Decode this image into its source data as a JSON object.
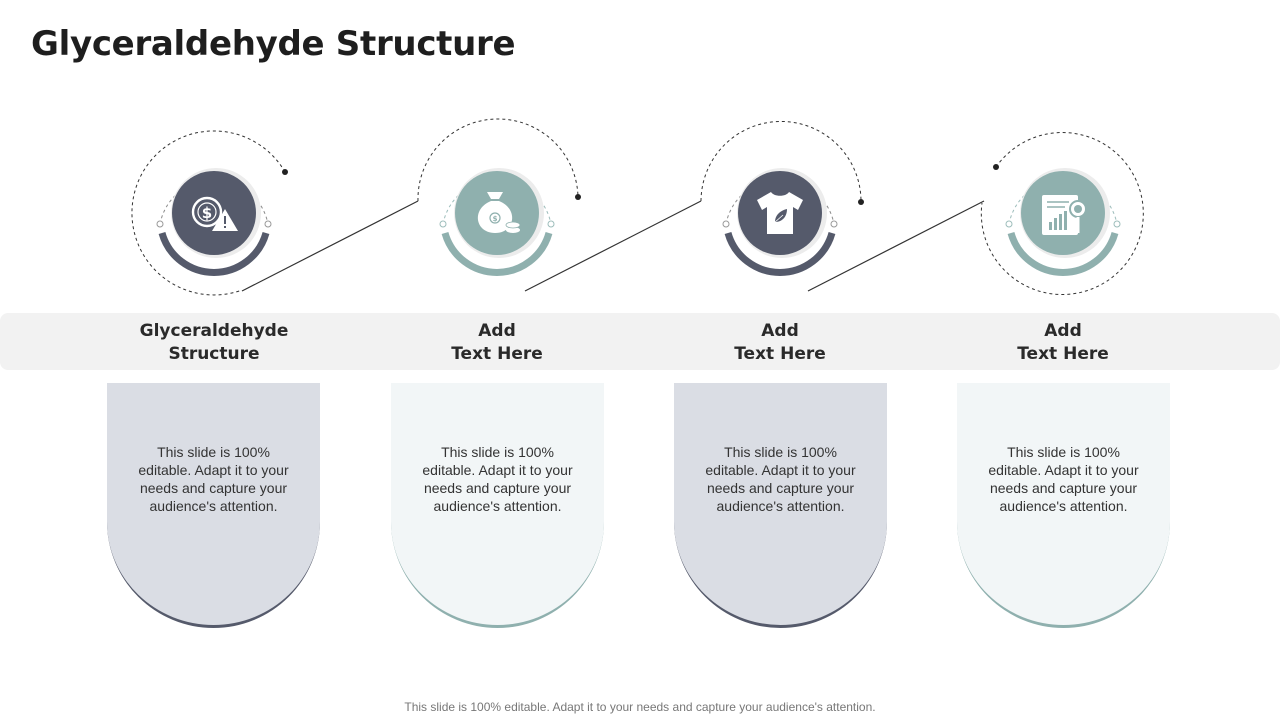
{
  "title": "Glyceraldehyde Structure",
  "steps": [
    {
      "label_line1": "Glyceraldehyde",
      "label_line2": "Structure",
      "body": "This slide is 100% editable. Adapt it to your needs and capture your audience's attention.",
      "icon": "dollar-warning-icon",
      "accent": "#555a6b"
    },
    {
      "label_line1": "Add",
      "label_line2": "Text Here",
      "body": "This slide is 100% editable. Adapt it to your needs and capture your audience's attention.",
      "icon": "money-bag-icon",
      "accent": "#8fb0ae"
    },
    {
      "label_line1": "Add",
      "label_line2": "Text Here",
      "body": "This slide is 100% editable. Adapt it to your needs and capture your audience's attention.",
      "icon": "tshirt-leaf-icon",
      "accent": "#555a6b"
    },
    {
      "label_line1": "Add",
      "label_line2": "Text Here",
      "body": "This slide is 100% editable. Adapt it to your needs and capture your audience's attention.",
      "icon": "report-search-icon",
      "accent": "#8fb0ae"
    }
  ],
  "footer": "This slide is 100% editable. Adapt it to your needs and capture your audience's attention."
}
